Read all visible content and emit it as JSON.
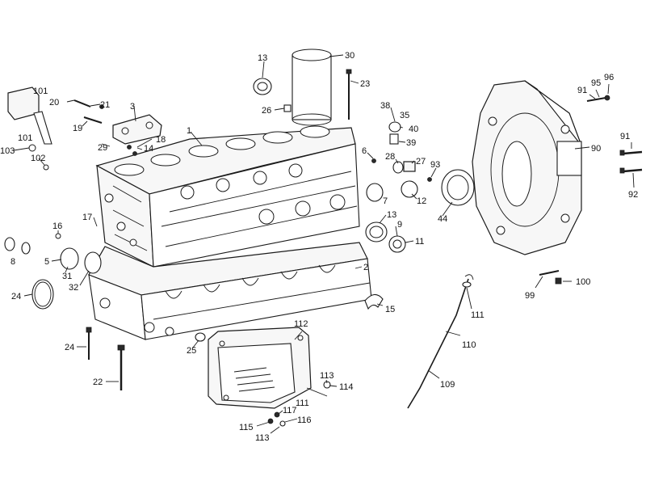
{
  "diagram": {
    "labels": [
      {
        "id": "l1",
        "text": "1"
      },
      {
        "id": "l2",
        "text": "2"
      },
      {
        "id": "l3",
        "text": "3"
      },
      {
        "id": "l5",
        "text": "5"
      },
      {
        "id": "l6",
        "text": "6"
      },
      {
        "id": "l7",
        "text": "7"
      },
      {
        "id": "l8",
        "text": "8"
      },
      {
        "id": "l9",
        "text": "9"
      },
      {
        "id": "l11",
        "text": "11"
      },
      {
        "id": "l12",
        "text": "12"
      },
      {
        "id": "l13a",
        "text": "13"
      },
      {
        "id": "l13b",
        "text": "13"
      },
      {
        "id": "l14",
        "text": "14"
      },
      {
        "id": "l15",
        "text": "15"
      },
      {
        "id": "l16",
        "text": "16"
      },
      {
        "id": "l17",
        "text": "17"
      },
      {
        "id": "l18",
        "text": "18"
      },
      {
        "id": "l19",
        "text": "19"
      },
      {
        "id": "l20",
        "text": "20"
      },
      {
        "id": "l21",
        "text": "21"
      },
      {
        "id": "l22",
        "text": "22"
      },
      {
        "id": "l23",
        "text": "23"
      },
      {
        "id": "l24a",
        "text": "24"
      },
      {
        "id": "l24b",
        "text": "24"
      },
      {
        "id": "l25",
        "text": "25"
      },
      {
        "id": "l26",
        "text": "26"
      },
      {
        "id": "l27",
        "text": "27"
      },
      {
        "id": "l28",
        "text": "28"
      },
      {
        "id": "l29",
        "text": "29"
      },
      {
        "id": "l30",
        "text": "30"
      },
      {
        "id": "l31",
        "text": "31"
      },
      {
        "id": "l32",
        "text": "32"
      },
      {
        "id": "l35",
        "text": "35"
      },
      {
        "id": "l38",
        "text": "38"
      },
      {
        "id": "l39",
        "text": "39"
      },
      {
        "id": "l40",
        "text": "40"
      },
      {
        "id": "l44",
        "text": "44"
      },
      {
        "id": "l90",
        "text": "90"
      },
      {
        "id": "l91a",
        "text": "91"
      },
      {
        "id": "l91b",
        "text": "91"
      },
      {
        "id": "l92",
        "text": "92"
      },
      {
        "id": "l93",
        "text": "93"
      },
      {
        "id": "l95",
        "text": "95"
      },
      {
        "id": "l96",
        "text": "96"
      },
      {
        "id": "l99",
        "text": "99"
      },
      {
        "id": "l100",
        "text": "100"
      },
      {
        "id": "l101a",
        "text": "101"
      },
      {
        "id": "l101b",
        "text": "101"
      },
      {
        "id": "l102",
        "text": "102"
      },
      {
        "id": "l103",
        "text": "103"
      },
      {
        "id": "l109",
        "text": "109"
      },
      {
        "id": "l110",
        "text": "110"
      },
      {
        "id": "l111a",
        "text": "111"
      },
      {
        "id": "l111b",
        "text": "111"
      },
      {
        "id": "l112",
        "text": "112"
      },
      {
        "id": "l113a",
        "text": "113"
      },
      {
        "id": "l113b",
        "text": "113"
      },
      {
        "id": "l114",
        "text": "114"
      },
      {
        "id": "l115",
        "text": "115"
      },
      {
        "id": "l116",
        "text": "116"
      },
      {
        "id": "l117",
        "text": "117"
      }
    ]
  }
}
